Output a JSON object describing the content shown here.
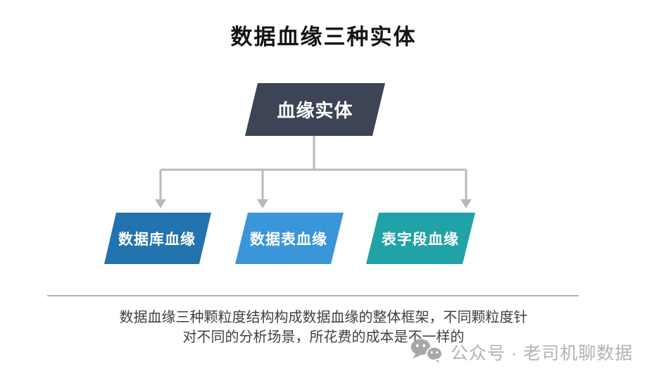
{
  "title": "数据血缘三种实体",
  "diagram": {
    "connector_color": "#b9b9b9",
    "root": {
      "label": "血缘实体",
      "color": "#3d4455"
    },
    "children": [
      {
        "label": "数据库血缘",
        "color": "#2273ae"
      },
      {
        "label": "数据表血缘",
        "color": "#3a96d8"
      },
      {
        "label": "表字段血缘",
        "color": "#20a2a6"
      }
    ]
  },
  "caption": {
    "line1": "数据血缘三种颗粒度结构构成数据血缘的整体框架，不同颗粒度针",
    "line2": "对不同的分析场景，所花费的成本是不一样的"
  },
  "watermark": {
    "icon": "wechat-icon",
    "text": "公众号 · 老司机聊数据"
  }
}
